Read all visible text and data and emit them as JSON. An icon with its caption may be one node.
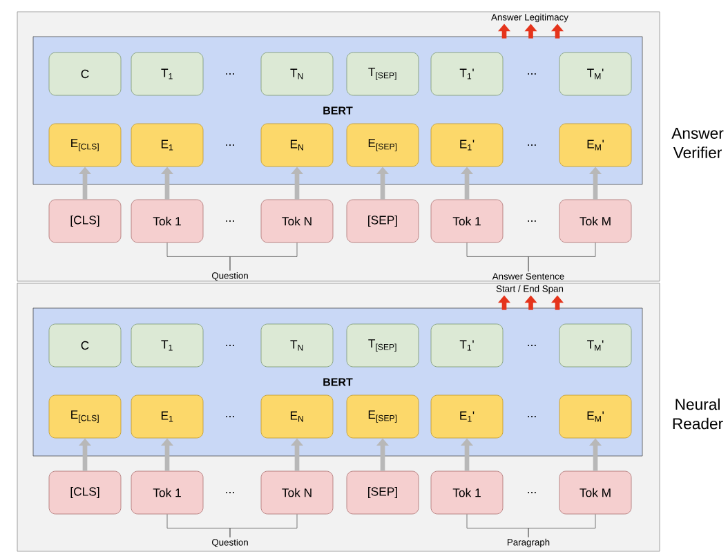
{
  "diagram": {
    "nodes": [
      {
        "text": [],
        "shape": "box",
        "beside": [
          "Answer Verifier"
        ]
      },
      {
        "text": [
          "BERT"
        ],
        "in": 0
      },
      {
        "text": [
          "C"
        ],
        "in": 1
      },
      {
        "text": [
          "T$_{1}$"
        ],
        "in": 1
      },
      {
        "text": [
          "T$_{N}$"
        ],
        "in": 1
      },
      {
        "text": [
          "T$_{[SEP]}$"
        ],
        "in": 1
      },
      {
        "text": [
          "T$_{1}$'"
        ],
        "in": 1
      },
      {
        "text": [
          "T$_{M}$'"
        ],
        "in": 1
      },
      {
        "text": [
          "E$_{[CLS]}$"
        ],
        "in": 1
      },
      {
        "text": [
          "E$_{1}$"
        ],
        "in": 1
      },
      {
        "text": [
          "E$_{N}$"
        ],
        "in": 1
      },
      {
        "text": [
          "E$_{[SEP]}$"
        ],
        "in": 1
      },
      {
        "text": [
          "E$_{1}$'"
        ],
        "in": 1
      },
      {
        "text": [
          "E$_{M}$'"
        ],
        "in": 1
      },
      {
        "text": [
          "[CLS]"
        ],
        "in": 0
      },
      {
        "text": [
          "Tok 1"
        ],
        "in": 0
      },
      {
        "text": [
          "Tok N"
        ],
        "in": 0
      },
      {
        "text": [
          "[SEP]"
        ],
        "in": 0
      },
      {
        "text": [
          "Tok 1"
        ],
        "in": 0
      },
      {
        "text": [
          "Tok M"
        ],
        "in": 0
      },
      {
        "text": [
          "Question"
        ],
        "in": 0
      },
      {
        "text": [
          "Answer Sentence"
        ],
        "in": 0
      },
      {
        "text": [
          "Answer Legitimacy"
        ],
        "in": 0
      },
      {
        "text": [],
        "shape": "box",
        "beside": [
          "Neural Reader"
        ]
      },
      {
        "text": [
          "BERT"
        ],
        "in": 23
      },
      {
        "text": [
          "C"
        ],
        "in": 24
      },
      {
        "text": [
          "T$_{1}$"
        ],
        "in": 24
      },
      {
        "text": [
          "T$_{N}$"
        ],
        "in": 24
      },
      {
        "text": [
          "T$_{[SEP]}$"
        ],
        "in": 24
      },
      {
        "text": [
          "T$_{1}$'"
        ],
        "in": 24
      },
      {
        "text": [
          "T$_{M}$'"
        ],
        "in": 24
      },
      {
        "text": [
          "E$_{[CLS]}$"
        ],
        "in": 24
      },
      {
        "text": [
          "E$_{1}$"
        ],
        "in": 24
      },
      {
        "text": [
          "E$_{N}$"
        ],
        "in": 24
      },
      {
        "text": [
          "E$_{[SEP]}$"
        ],
        "in": 24
      },
      {
        "text": [
          "E$_{1}$'"
        ],
        "in": 24
      },
      {
        "text": [
          "E$_{M}$'"
        ],
        "in": 24
      },
      {
        "text": [
          "[CLS]"
        ],
        "in": 23
      },
      {
        "text": [
          "Tok 1"
        ],
        "in": 23
      },
      {
        "text": [
          "Tok N"
        ],
        "in": 23
      },
      {
        "text": [
          "[SEP]"
        ],
        "in": 23
      },
      {
        "text": [
          "Tok 1"
        ],
        "in": 23
      },
      {
        "text": [
          "Tok M"
        ],
        "in": 23
      },
      {
        "text": [
          "Question"
        ],
        "in": 23
      },
      {
        "text": [
          "Paragraph"
        ],
        "in": 23
      },
      {
        "text": [
          "Start / End Span"
        ],
        "in": 23
      }
    ],
    "edges": [
      {
        "from": 14,
        "to": 8,
        "arrow": "to"
      },
      {
        "from": 15,
        "to": 9,
        "arrow": "to"
      },
      {
        "from": 16,
        "to": 10,
        "arrow": "to"
      },
      {
        "from": 17,
        "to": 11,
        "arrow": "to"
      },
      {
        "from": 18,
        "to": 12,
        "arrow": "to"
      },
      {
        "from": 19,
        "to": 13,
        "arrow": "to"
      },
      {
        "from": 15,
        "to": 20,
        "arrow": "none",
        "color": "#595959"
      },
      {
        "from": 16,
        "to": 20,
        "arrow": "none",
        "color": "#595959"
      },
      {
        "from": 18,
        "to": 21,
        "arrow": "none",
        "color": "#595959"
      },
      {
        "from": 19,
        "to": 21,
        "arrow": "none",
        "color": "#595959"
      },
      {
        "from": 1,
        "to": 22,
        "arrow": "to",
        "color": "#e5341c"
      },
      {
        "from": 1,
        "to": 22,
        "arrow": "to",
        "color": "#e5341c"
      },
      {
        "from": 1,
        "to": 22,
        "arrow": "to",
        "color": "#e5341c"
      },
      {
        "from": 37,
        "to": 31,
        "arrow": "to"
      },
      {
        "from": 38,
        "to": 32,
        "arrow": "to"
      },
      {
        "from": 39,
        "to": 33,
        "arrow": "to"
      },
      {
        "from": 40,
        "to": 34,
        "arrow": "to"
      },
      {
        "from": 41,
        "to": 35,
        "arrow": "to"
      },
      {
        "from": 42,
        "to": 36,
        "arrow": "to"
      },
      {
        "from": 38,
        "to": 43,
        "arrow": "none",
        "color": "#595959"
      },
      {
        "from": 39,
        "to": 43,
        "arrow": "none",
        "color": "#595959"
      },
      {
        "from": 41,
        "to": 44,
        "arrow": "none",
        "color": "#595959"
      },
      {
        "from": 42,
        "to": 44,
        "arrow": "none",
        "color": "#595959"
      },
      {
        "from": 24,
        "to": 45,
        "arrow": "to",
        "color": "#e5341c"
      },
      {
        "from": 24,
        "to": 45,
        "arrow": "to",
        "color": "#e5341c"
      },
      {
        "from": 24,
        "to": 45,
        "arrow": "to",
        "color": "#e5341c"
      }
    ],
    "labels": [
      "...",
      "...",
      "...",
      "...",
      "...",
      "...",
      "...",
      "...",
      "...",
      "...",
      "...",
      "..."
    ]
  }
}
